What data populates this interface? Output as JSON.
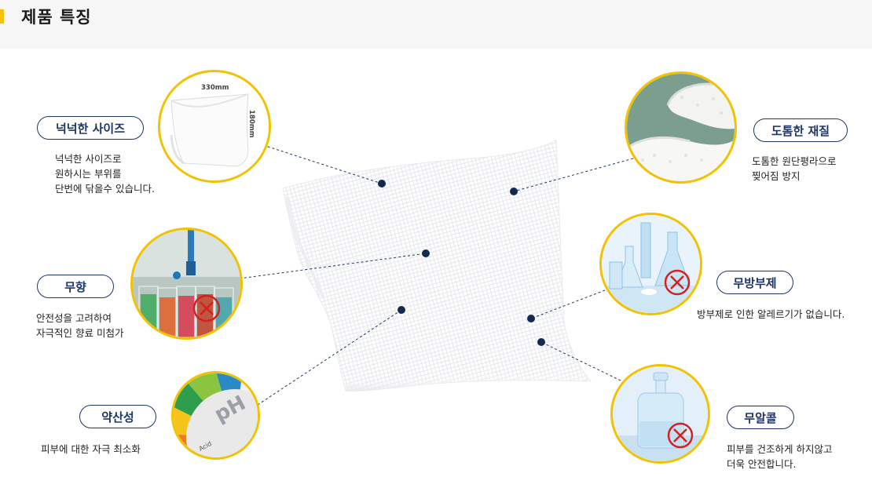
{
  "header": {
    "title": "제품 특징"
  },
  "product": {
    "size_width": "330mm",
    "size_height": "180mm"
  },
  "features": {
    "size": {
      "title": "넉넉한 사이즈",
      "lines": [
        "넉넉한 사이즈로",
        "원하시는 부위를",
        "단번에 닦을수 있습니다."
      ]
    },
    "fragrance": {
      "title": "무향",
      "lines": [
        "안전성을 고려하여",
        "자극적인 향료 미첨가"
      ]
    },
    "acid": {
      "title": "약산성",
      "lines": [
        "피부에 대한 자극 최소화"
      ]
    },
    "material": {
      "title": "도톰한 재질",
      "lines": [
        "도톰한 원단평라으로",
        "찢어짐 방지"
      ]
    },
    "preservative": {
      "title": "무방부제",
      "lines": [
        "방부제로 인한 알레르기가 없습니다."
      ]
    },
    "alcohol": {
      "title": "무알콜",
      "lines": [
        "피부를 건조하게 하지않고",
        "더욱 안전합니다."
      ]
    }
  },
  "ph_chart": {
    "label": "pH",
    "acid_label": "Acid"
  },
  "colors": {
    "accent": "#f2c200",
    "navy": "#1e3566",
    "dot": "#13294f",
    "no_mark": "#d42020"
  }
}
